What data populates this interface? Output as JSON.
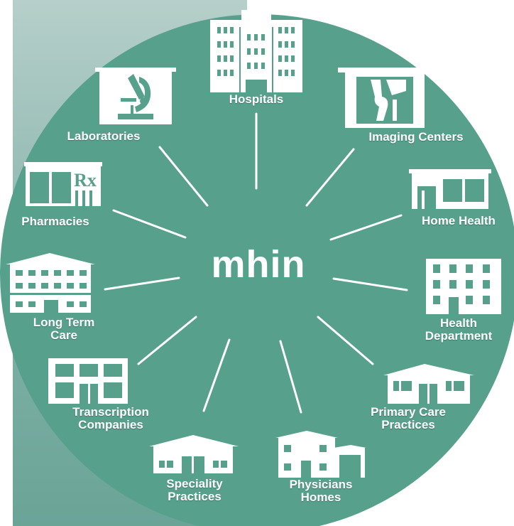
{
  "center": {
    "title": "mhin"
  },
  "colors": {
    "circle": "#56a08c",
    "line": "#ffffff",
    "icon": "#ffffff"
  },
  "nodes": {
    "hospitals": {
      "label": "Hospitals",
      "icon": "hospital-building-icon"
    },
    "imaging": {
      "label": "Imaging Centers",
      "icon": "xray-image-icon"
    },
    "home_health": {
      "label": "Home Health",
      "icon": "storefront-icon"
    },
    "health_dept": {
      "label1": "Health",
      "label2": "Department",
      "icon": "office-building-icon"
    },
    "primary_care": {
      "label1": "Primary Care",
      "label2": "Practices",
      "icon": "clinic-building-icon"
    },
    "physicians_homes": {
      "label1": "Physicians",
      "label2": "Homes",
      "icon": "house-icon"
    },
    "speciality": {
      "label1": "Speciality",
      "label2": "Practices",
      "icon": "clinic-building-icon"
    },
    "transcription": {
      "label1": "Transcription",
      "label2": "Companies",
      "icon": "office-building-icon"
    },
    "long_term": {
      "label1": "Long Term",
      "label2": "Care",
      "icon": "care-facility-icon"
    },
    "pharmacies": {
      "label": "Pharmacies",
      "icon": "pharmacy-rx-icon"
    },
    "laboratories": {
      "label": "Laboratories",
      "icon": "microscope-icon"
    }
  },
  "pharmacy_sign": "Rx"
}
